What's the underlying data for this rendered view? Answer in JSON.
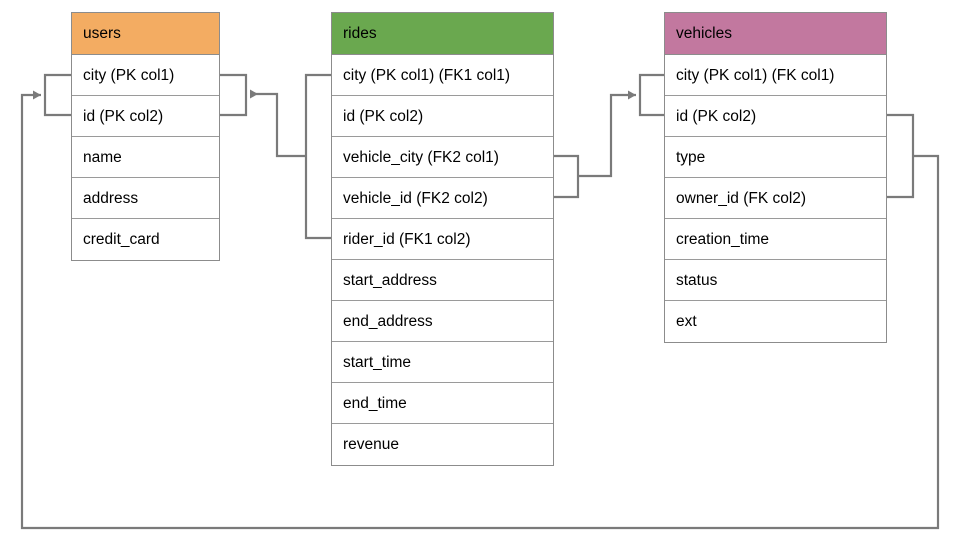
{
  "diagram": {
    "title": "ride-sharing schema er-diagram",
    "background": "#ffffff",
    "line_color": "#7a7a7a"
  },
  "tables": [
    {
      "name": "users",
      "header_label": "users",
      "header_color": "#f3ac62",
      "columns": [
        "city (PK col1)",
        "id (PK col2)",
        "name",
        "address",
        "credit_card"
      ]
    },
    {
      "name": "rides",
      "header_label": "rides",
      "header_color": "#6aa84f",
      "columns": [
        "city (PK col1) (FK1 col1)",
        "id (PK col2)",
        "vehicle_city (FK2 col1)",
        "vehicle_id (FK2 col2)",
        "rider_id (FK1 col2)",
        "start_address",
        "end_address",
        "start_time",
        "end_time",
        "revenue"
      ]
    },
    {
      "name": "vehicles",
      "header_label": "vehicles",
      "header_color": "#c2789f",
      "columns": [
        "city (PK col1) (FK col1)",
        "id (PK col2)",
        "type",
        "owner_id (FK col2)",
        "creation_time",
        "status",
        "ext"
      ]
    }
  ],
  "relationships": [
    {
      "name": "rides-fk1-to-users",
      "from_table": "rides",
      "from_columns": [
        "city (PK col1) (FK1 col1)",
        "rider_id (FK1 col2)"
      ],
      "to_table": "users",
      "to_columns": [
        "city (PK col1)",
        "id (PK col2)"
      ],
      "arrow": "to-users"
    },
    {
      "name": "rides-fk2-to-vehicles",
      "from_table": "rides",
      "from_columns": [
        "vehicle_city (FK2 col1)",
        "vehicle_id (FK2 col2)"
      ],
      "to_table": "vehicles",
      "to_columns": [
        "city (PK col1) (FK col1)",
        "id (PK col2)"
      ],
      "arrow": "to-vehicles"
    },
    {
      "name": "vehicles-fk-to-users",
      "from_table": "vehicles",
      "from_columns": [
        "id (PK col2)",
        "owner_id (FK col2)"
      ],
      "to_table": "users",
      "to_columns": [
        "city (PK col1)",
        "id (PK col2)"
      ],
      "arrow": "to-users"
    }
  ]
}
